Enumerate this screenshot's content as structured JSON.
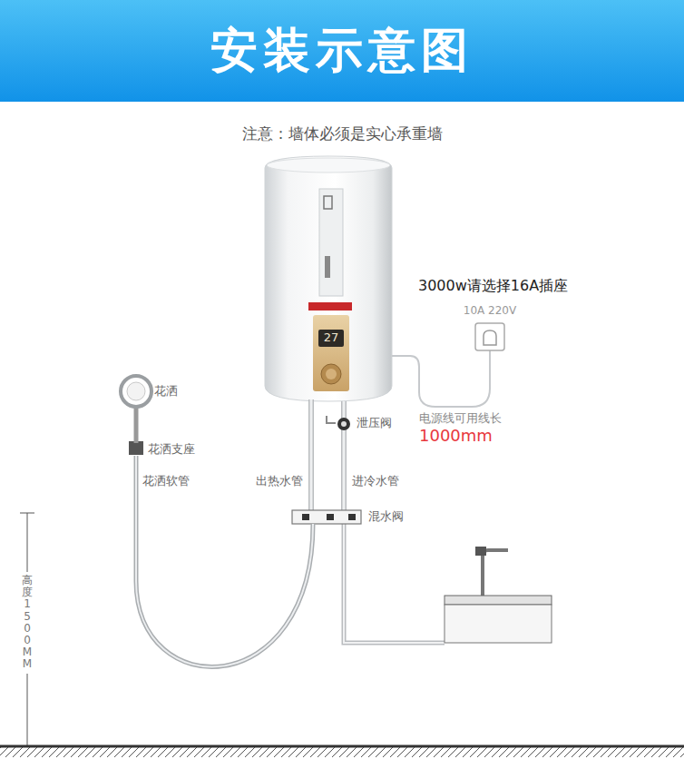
{
  "diagram": {
    "title": "安装示意图",
    "labels": [
      "注意：墙体必须是实心承重墙",
      "27",
      "3000w请选择16A插座",
      "10A 220V",
      "花洒",
      "泄压阀",
      "电源线可用线长",
      "1000mm",
      "花洒支座",
      "花洒软管",
      "出热水管",
      "进冷水管",
      "混水阀",
      "高度1500MM"
    ]
  }
}
